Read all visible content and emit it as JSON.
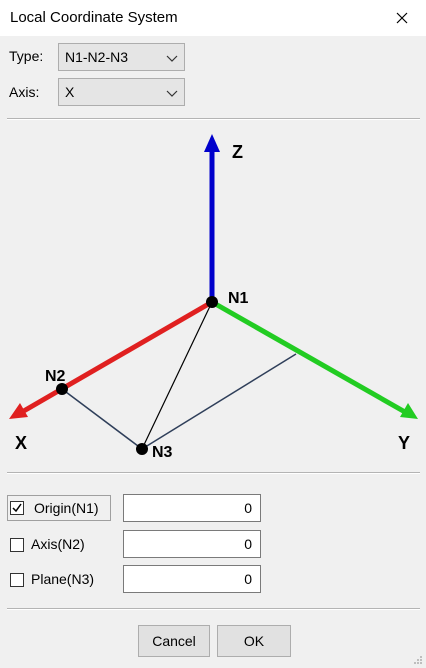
{
  "window": {
    "title": "Local Coordinate System"
  },
  "type_field": {
    "label": "Type:",
    "value": "N1-N2-N3"
  },
  "axis_field": {
    "label": "Axis:",
    "value": "X"
  },
  "diagram": {
    "axis_labels": {
      "z": "Z",
      "x": "X",
      "y": "Y"
    },
    "node_labels": {
      "n1": "N1",
      "n2": "N2",
      "n3": "N3"
    },
    "colors": {
      "z_axis": "#0000cc",
      "x_axis": "#e02020",
      "y_axis": "#22cc22"
    }
  },
  "options": [
    {
      "label": "Origin(N1)",
      "checked": true,
      "value": "0"
    },
    {
      "label": "Axis(N2)",
      "checked": false,
      "value": "0"
    },
    {
      "label": "Plane(N3)",
      "checked": false,
      "value": "0"
    }
  ],
  "buttons": {
    "cancel": "Cancel",
    "ok": "OK"
  }
}
